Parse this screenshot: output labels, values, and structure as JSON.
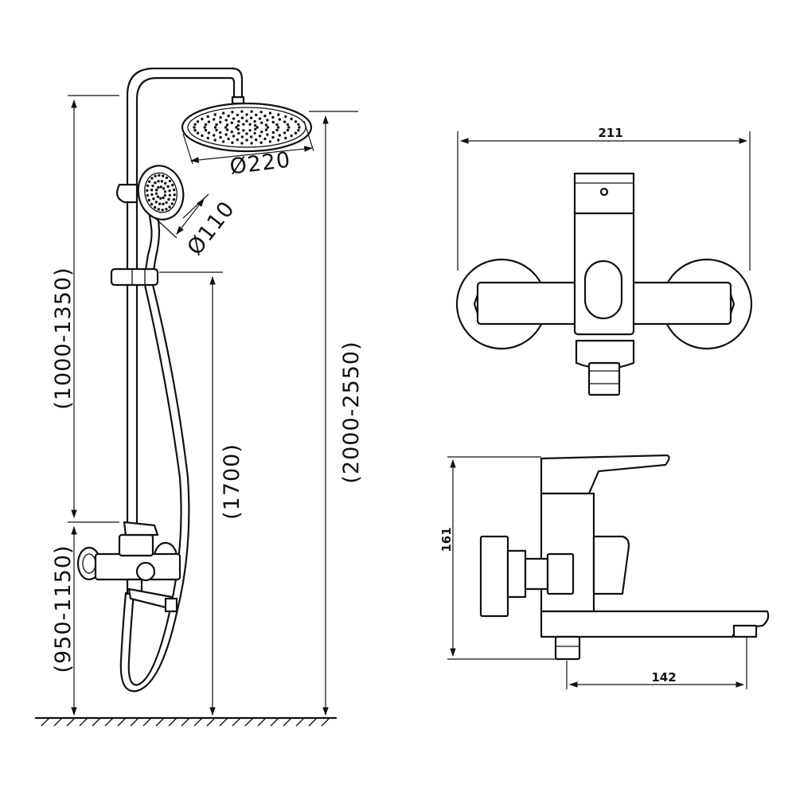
{
  "dimensions": {
    "overall_height": "(2000-2550)",
    "slide_bar_height": "(1700)",
    "rail_range": "(1000-1350)",
    "mixer_height": "(950-1150)",
    "head_diameter": "Ø220",
    "hand_shower_diameter": "Ø110",
    "mixer_width": "211",
    "mixer_depth": "161",
    "spout_length": "142"
  },
  "colors": {
    "line": "#111111",
    "background": "#ffffff"
  }
}
